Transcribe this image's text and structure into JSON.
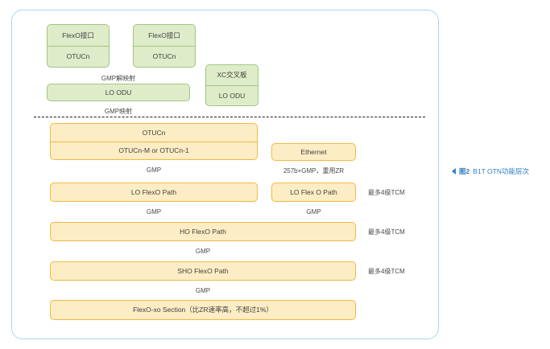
{
  "figure": {
    "caption_marker": "◀",
    "caption_number": "图2",
    "caption_title": "B1T OTN功能层次"
  },
  "upper_section": {
    "client_stacks": [
      {
        "top": "FlexO接口",
        "bottom": "OTUCn"
      },
      {
        "top": "FlexO接口",
        "bottom": "OTUCn"
      }
    ],
    "xc_stack": {
      "top": "XC交叉板",
      "bottom": "LO ODU"
    },
    "demap_label": "GMP解映射",
    "lo_odu_box": "LO ODU",
    "map_label": "GMP映射"
  },
  "lower_section": {
    "left_column": {
      "otucn_stack": {
        "top": "OTUCn",
        "bottom": "OTUCn-M or OTUCn-1"
      },
      "gmp_1": "GMP",
      "lo_flexo_path": "LO FlexO Path",
      "gmp_2": "GMP",
      "ho_flexo_path": "HO FlexO Path",
      "gmp_3": "GMP",
      "sho_flexo_path": "SHO FlexO Path",
      "gmp_4": "GMP",
      "flexo_section": "FlexO-xo Section（比ZR速率高，不超过1%）"
    },
    "right_column": {
      "ethernet": "Ethernet",
      "mapping_note": "257b+GMP，重用ZR",
      "lo_flex_o_path": "LO Flex O Path",
      "gmp": "GMP"
    },
    "tcm_notes": [
      "最多4级TCM",
      "最多4级TCM",
      "最多4级TCM"
    ]
  },
  "colors": {
    "frame_border": "#a9d6f0",
    "green_fill": "#dfecca",
    "green_border": "#a4c47f",
    "orange_fill": "#fdedc4",
    "orange_border": "#efb944",
    "caption_blue": "#2f7fc4",
    "dashed_line": "#1b1b1b"
  }
}
